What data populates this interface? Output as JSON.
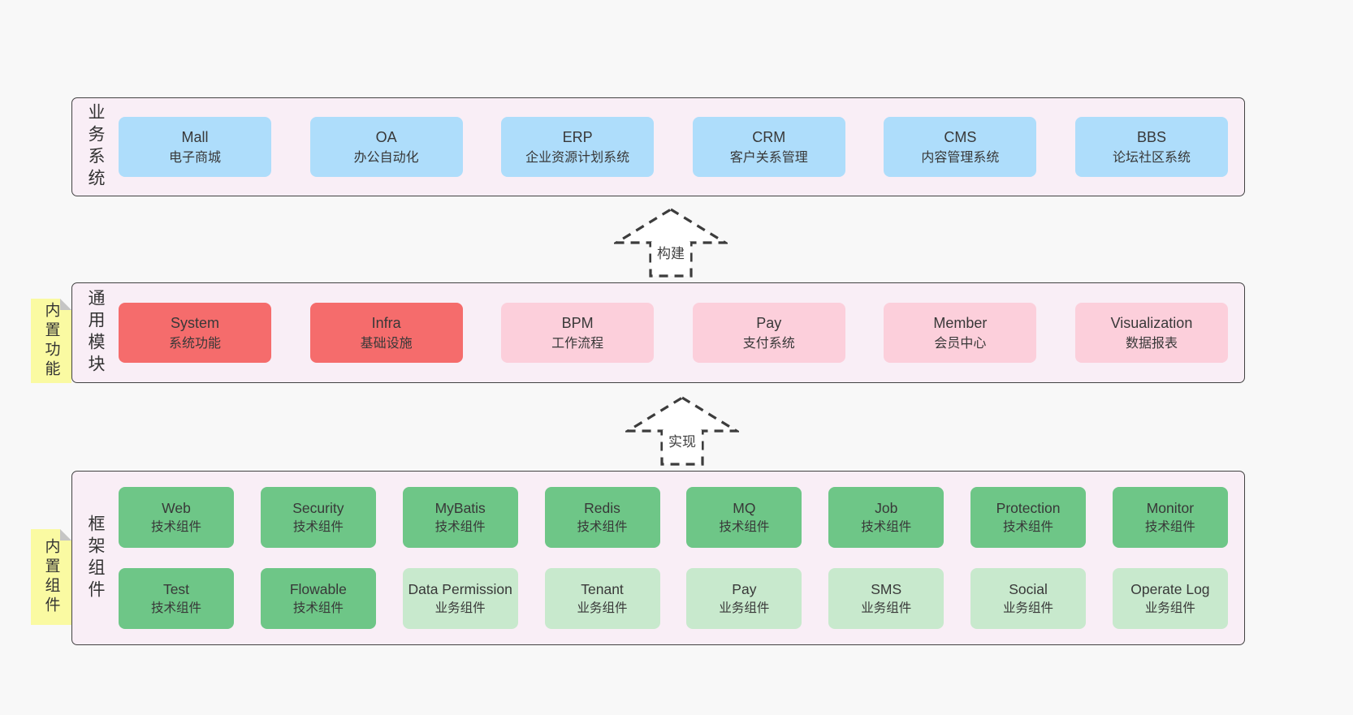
{
  "colors": {
    "page_bg": "#f8f8f8",
    "container_bg": "#f9eef6",
    "container_border": "#424242",
    "blue": "#aeddfb",
    "red": "#f56c6c",
    "pink": "#fccfdb",
    "green": "#6ec687",
    "light_green": "#c8e9cd",
    "sticky_yellow": "#fafaa2",
    "text": "#383838"
  },
  "arrows": [
    {
      "label": "构建"
    },
    {
      "label": "实现"
    }
  ],
  "layers": [
    {
      "label": "业务系统",
      "items": [
        {
          "name": "Mall",
          "desc": "电子商城"
        },
        {
          "name": "OA",
          "desc": "办公自动化"
        },
        {
          "name": "ERP",
          "desc": "企业资源计划系统"
        },
        {
          "name": "CRM",
          "desc": "客户关系管理"
        },
        {
          "name": "CMS",
          "desc": "内容管理系统"
        },
        {
          "name": "BBS",
          "desc": "论坛社区系统"
        }
      ]
    },
    {
      "label": "通用模块",
      "sticky": "内置功能",
      "items": [
        {
          "name": "System",
          "desc": "系统功能"
        },
        {
          "name": "Infra",
          "desc": "基础设施"
        },
        {
          "name": "BPM",
          "desc": "工作流程"
        },
        {
          "name": "Pay",
          "desc": "支付系统"
        },
        {
          "name": "Member",
          "desc": "会员中心"
        },
        {
          "name": "Visualization",
          "desc": "数据报表"
        }
      ]
    },
    {
      "label": "框架组件",
      "sticky": "内置组件",
      "rows": [
        [
          {
            "name": "Web",
            "desc": "技术组件"
          },
          {
            "name": "Security",
            "desc": "技术组件"
          },
          {
            "name": "MyBatis",
            "desc": "技术组件"
          },
          {
            "name": "Redis",
            "desc": "技术组件"
          },
          {
            "name": "MQ",
            "desc": "技术组件"
          },
          {
            "name": "Job",
            "desc": "技术组件"
          },
          {
            "name": "Protection",
            "desc": "技术组件"
          },
          {
            "name": "Monitor",
            "desc": "技术组件"
          }
        ],
        [
          {
            "name": "Test",
            "desc": "技术组件"
          },
          {
            "name": "Flowable",
            "desc": "技术组件"
          },
          {
            "name": "Data Permission",
            "desc": "业务组件"
          },
          {
            "name": "Tenant",
            "desc": "业务组件"
          },
          {
            "name": "Pay",
            "desc": "业务组件"
          },
          {
            "name": "SMS",
            "desc": "业务组件"
          },
          {
            "name": "Social",
            "desc": "业务组件"
          },
          {
            "name": "Operate Log",
            "desc": "业务组件"
          }
        ]
      ]
    }
  ]
}
